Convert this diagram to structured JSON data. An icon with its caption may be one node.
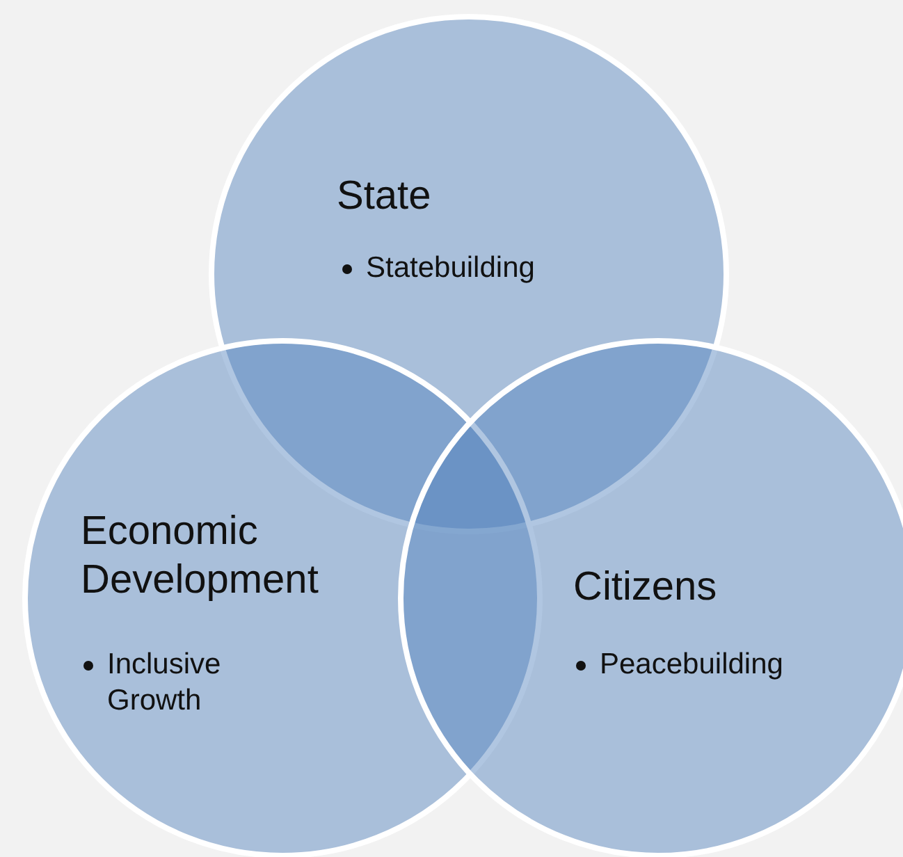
{
  "diagram": {
    "nodes": [
      {
        "text": [
          "State",
          "Statebuilding"
        ]
      },
      {
        "text": [
          "Economic Development",
          "Inclusive Growth"
        ]
      },
      {
        "text": [
          "Citizens",
          "Peacebuilding"
        ]
      }
    ]
  }
}
